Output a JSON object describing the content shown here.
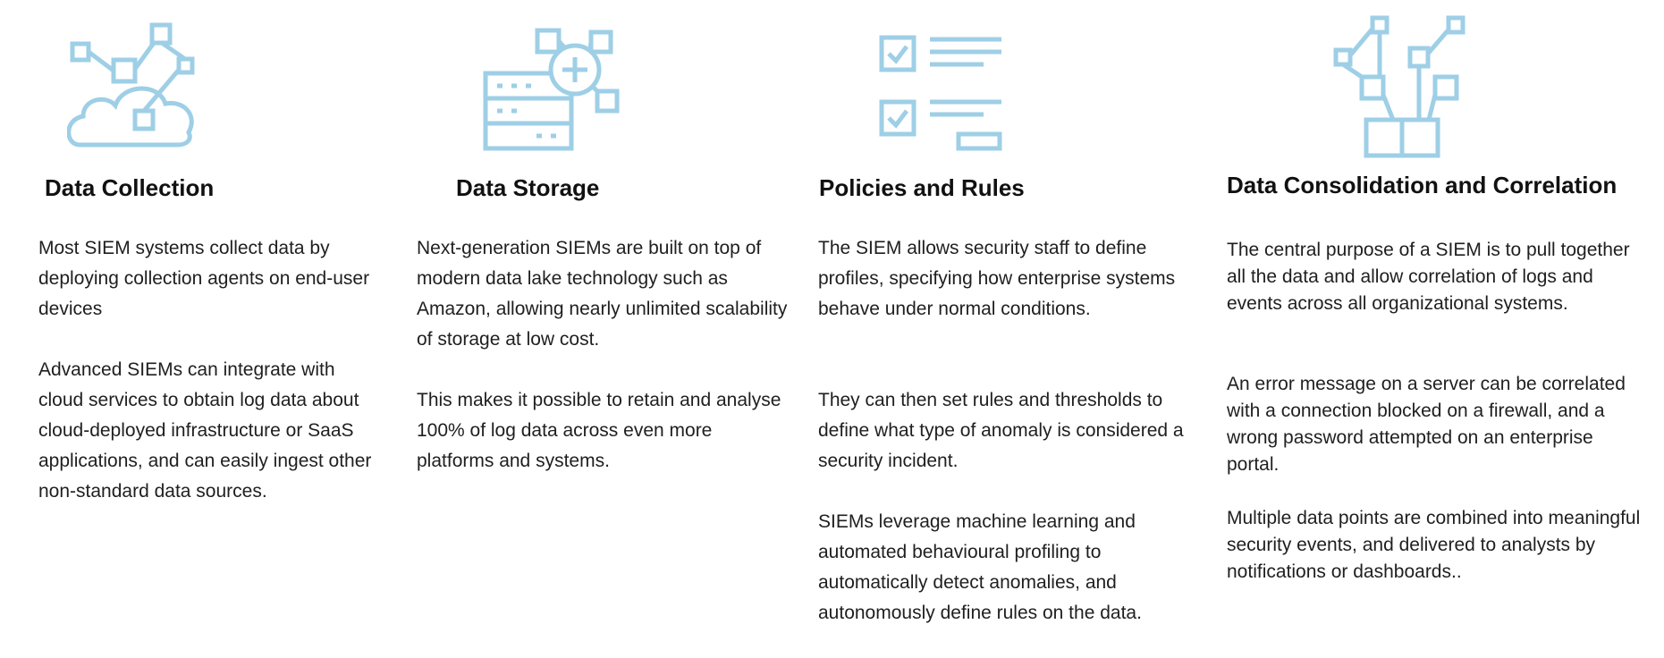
{
  "accent_color": "#9ecfe6",
  "columns": [
    {
      "icon": "cloud-network-icon",
      "title": "Data Collection",
      "paragraphs": [
        "Most SIEM systems collect data by deploying collection agents on end-user devices",
        "Advanced SIEMs can integrate with cloud services to obtain log data about cloud-deployed infrastructure or SaaS applications, and can easily ingest other non-standard data sources."
      ]
    },
    {
      "icon": "server-storage-icon",
      "title": "Data Storage",
      "paragraphs": [
        "Next-generation SIEMs are built on top of modern data lake technology such as Amazon, allowing nearly unlimited scalability of storage at low cost.",
        "This makes it possible to retain and analyse 100% of log data across even more platforms and systems."
      ]
    },
    {
      "icon": "checklist-icon",
      "title": "Policies and Rules",
      "paragraphs": [
        "The SIEM allows security staff to define profiles, specifying how enterprise systems behave under normal conditions.",
        "They can then set rules and thresholds to define what type of anomaly is considered a security incident.",
        "SIEMs leverage machine learning and automated behavioural profiling to automatically detect anomalies, and autonomously define rules on the data."
      ]
    },
    {
      "icon": "consolidation-network-icon",
      "title": "Data Consolidation and Correlation",
      "paragraphs": [
        "The central purpose of a SIEM is to pull together all the data and allow correlation of logs and events across all organizational systems.",
        "An error message on a server can be correlated with a connection blocked on a firewall, and a wrong password attempted on an enterprise portal.",
        "Multiple data points are combined into meaningful security events, and delivered to analysts by notifications or dashboards.."
      ]
    }
  ]
}
